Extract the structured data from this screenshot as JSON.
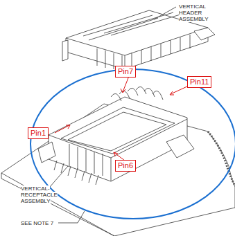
{
  "diagram": {
    "nodes": [
      {
        "text": [
          "Pin7"
        ]
      },
      {
        "text": [
          "Pin11"
        ]
      },
      {
        "text": [
          "Pin1"
        ]
      },
      {
        "text": [
          "Pin6"
        ]
      }
    ],
    "labels": [
      "VERTICAL HEADER ASSEMBLY",
      "VERTICAL- RECEPTACLE ASSEMBLY",
      "SEE NOTE 7"
    ]
  }
}
